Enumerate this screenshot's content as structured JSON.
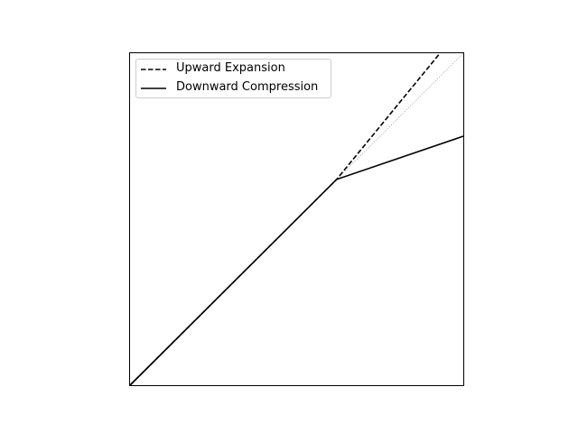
{
  "chart_data": {
    "type": "line",
    "title": "",
    "xlabel": "",
    "ylabel": "",
    "grid": false,
    "legend_position": "upper-left",
    "xlim": [
      0,
      1
    ],
    "ylim": [
      0,
      1
    ],
    "reference_line": {
      "name": "",
      "style": "dotted",
      "color": "#999999",
      "x": [
        0,
        1
      ],
      "y": [
        0,
        1
      ]
    },
    "series": [
      {
        "name": "Upward Expansion",
        "style": "dashed",
        "color": "#000000",
        "x": [
          0,
          0.62,
          0.93
        ],
        "y": [
          0,
          0.62,
          1.0
        ]
      },
      {
        "name": "Downward Compression",
        "style": "solid",
        "color": "#000000",
        "x": [
          0,
          0.62,
          1.0
        ],
        "y": [
          0,
          0.62,
          0.75
        ]
      }
    ]
  }
}
